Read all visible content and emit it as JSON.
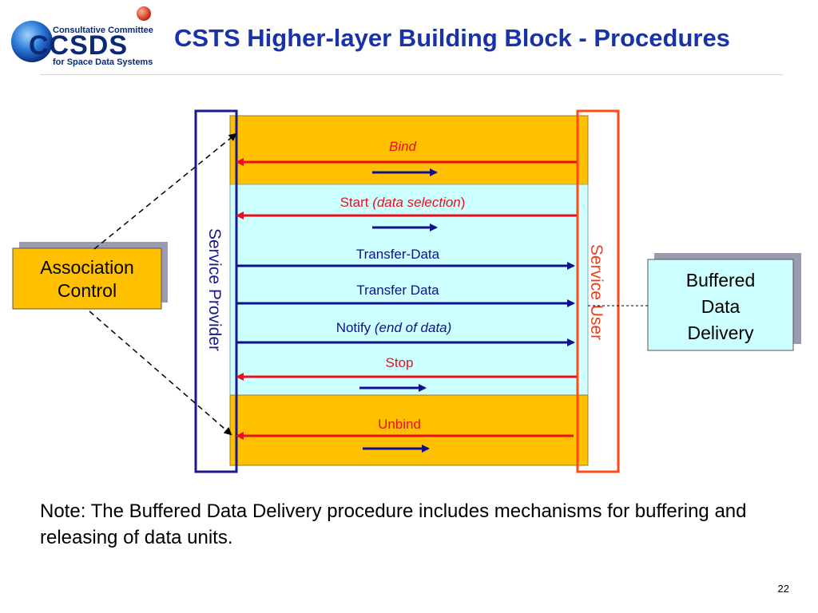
{
  "logo": {
    "top_text": "Consultative Committee",
    "mark_text": "CCSDS",
    "bottom_text": "for Space Data Systems"
  },
  "title": "CSTS Higher-layer Building Block - Procedures",
  "diagram": {
    "left_box": "Service Provider",
    "right_box": "Service User",
    "association_control": [
      "Association",
      "Control"
    ],
    "buffered_data_delivery": [
      "Buffered",
      "Data",
      "Delivery"
    ],
    "messages": {
      "bind": "Bind",
      "start_prefix": "Start ",
      "start_italic": "(data selection",
      "start_suffix": ")",
      "transfer_data_1": "Transfer-Data",
      "transfer_data_2": "Transfer Data",
      "notify_prefix": "Notify ",
      "notify_italic": "(end of data)",
      "stop": "Stop",
      "unbind": "Unbind"
    }
  },
  "note": "Note: The Buffered Data Delivery procedure includes mechanisms for buffering and releasing of data units.",
  "page_number": "22",
  "colors": {
    "orange_fill": "#ffc000",
    "cyan_fill": "#ccffff",
    "provider_border": "#1a1a8c",
    "user_border": "#ff4a1a",
    "red_arrow": "#e8101e",
    "blue_arrow": "#10108c",
    "title": "#1a32a8"
  }
}
